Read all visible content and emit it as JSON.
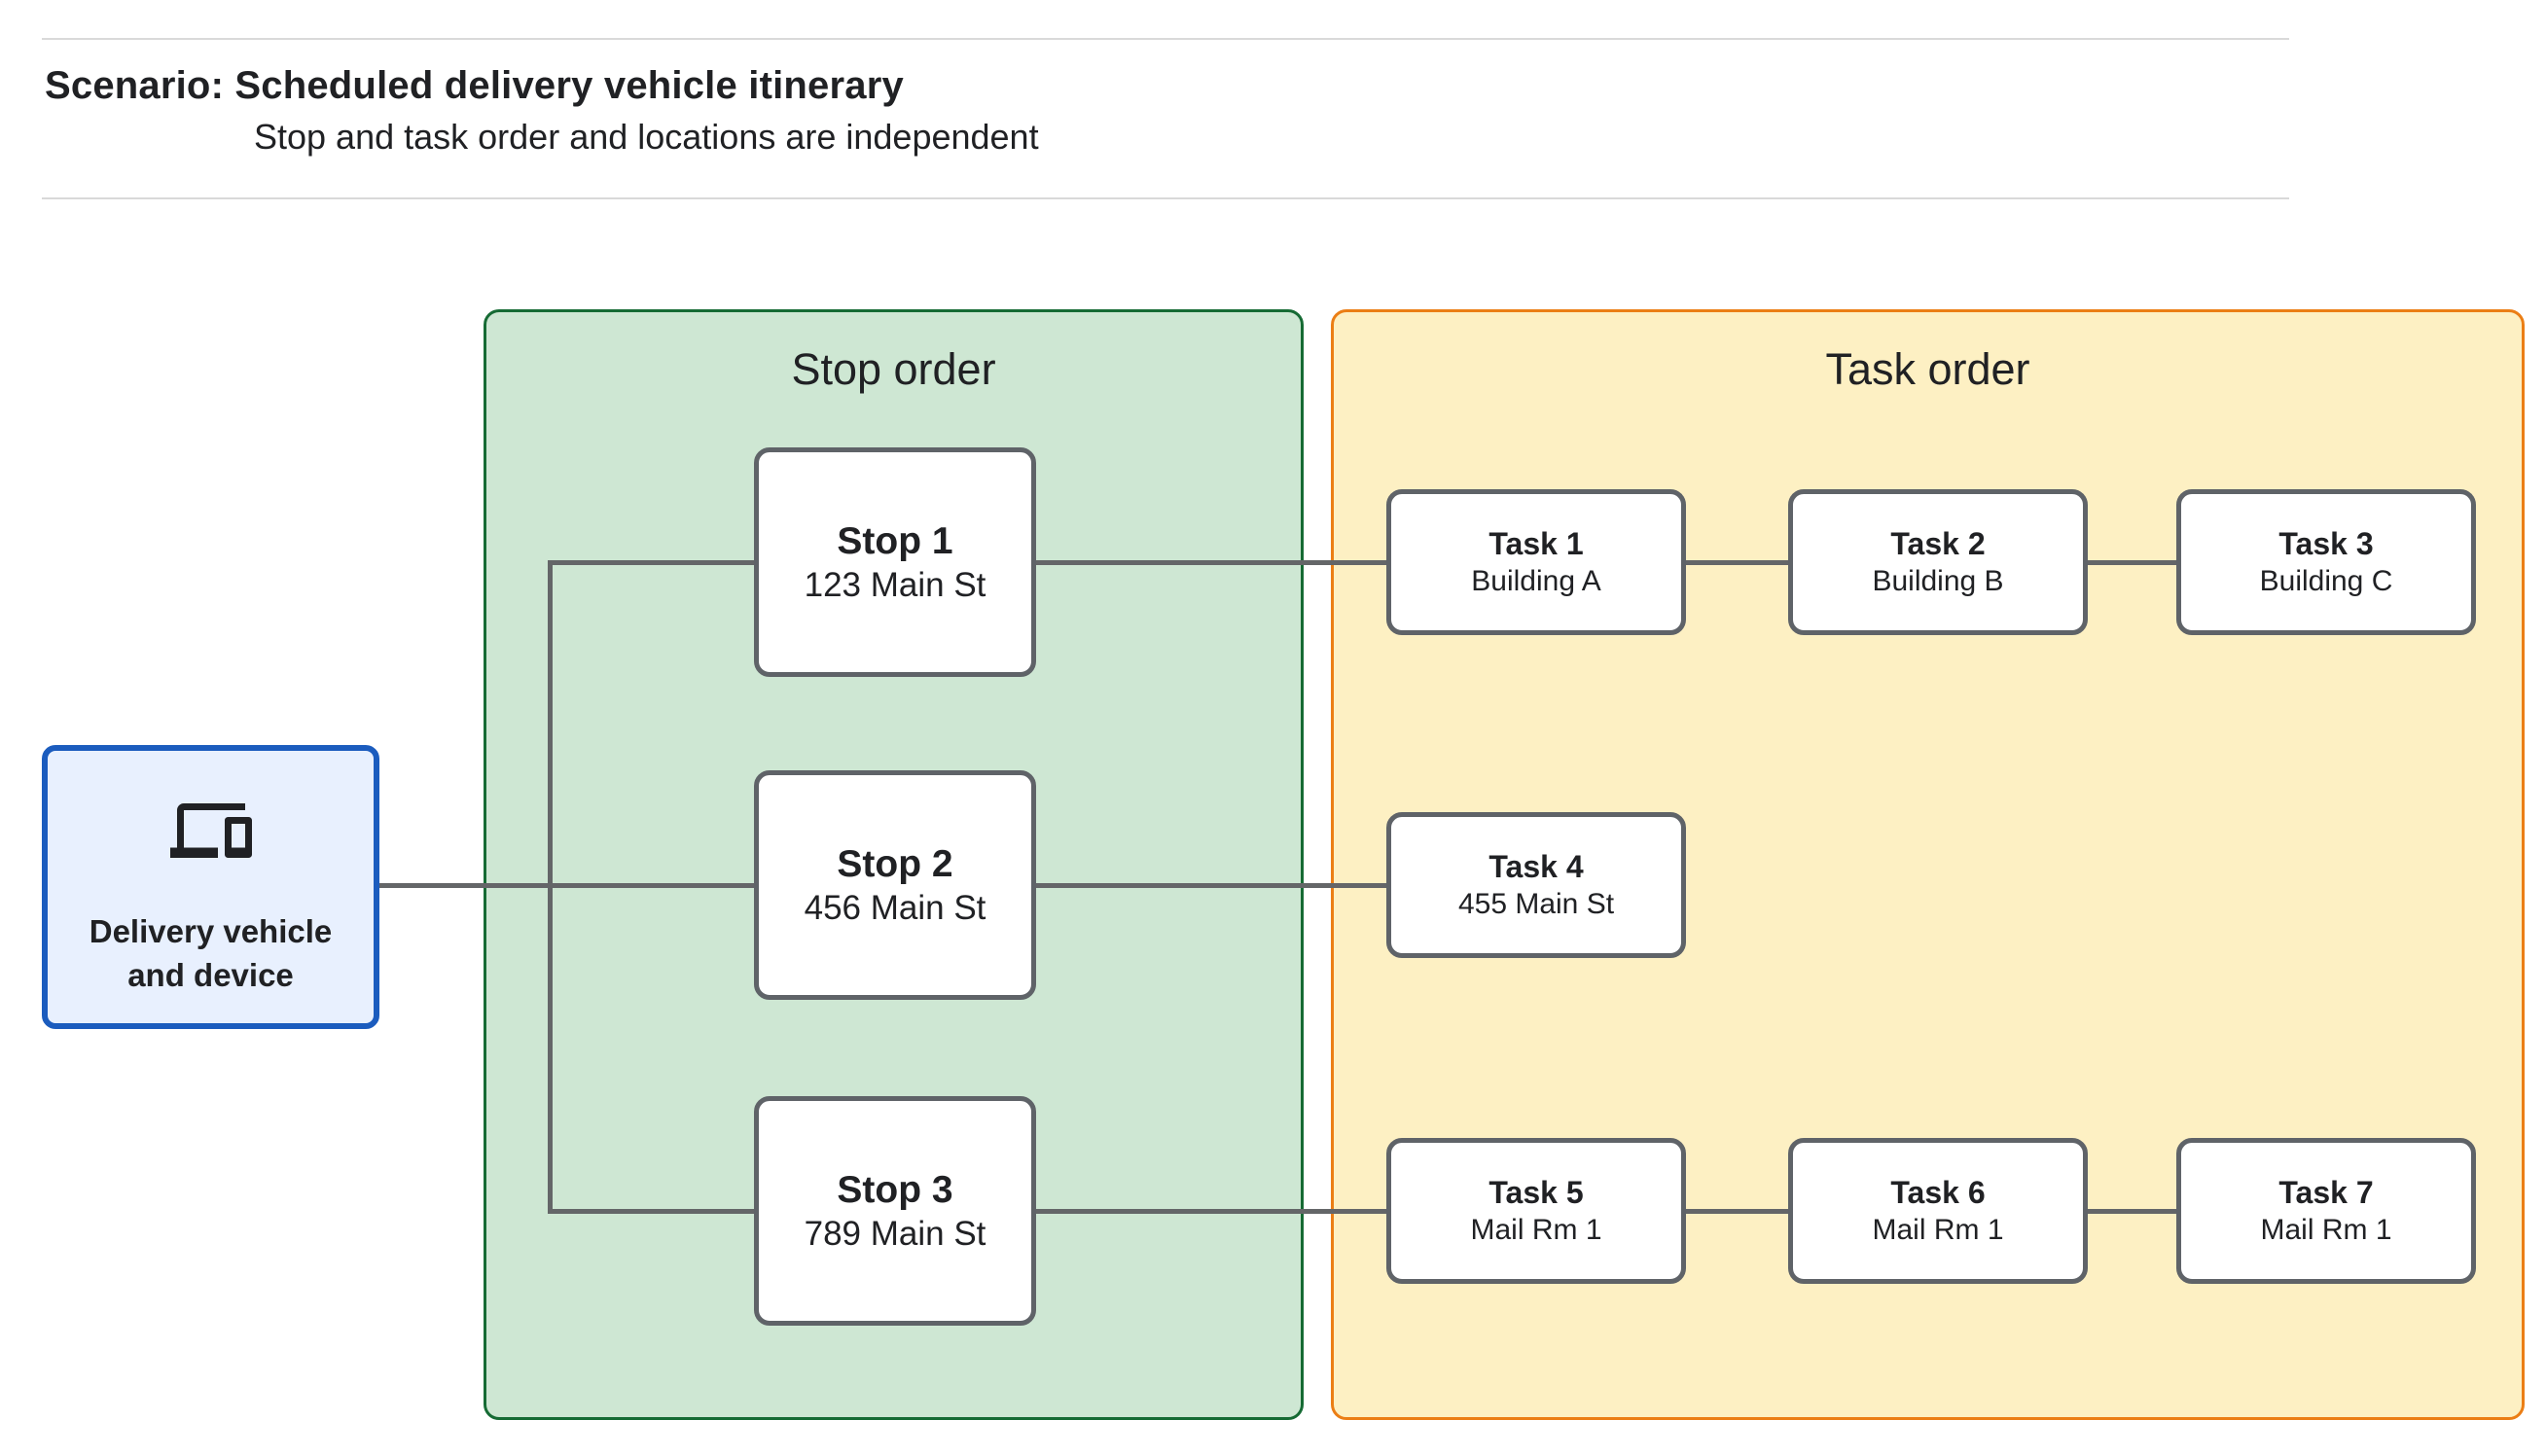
{
  "header": {
    "title": "Scenario: Scheduled delivery vehicle itinerary",
    "subtitle": "Stop and task order and locations are independent"
  },
  "source_node": {
    "label": "Delivery vehicle and device",
    "icon": "devices-icon"
  },
  "panels": {
    "stop_order": {
      "title": "Stop order"
    },
    "task_order": {
      "title": "Task order"
    }
  },
  "stops": [
    {
      "name": "Stop 1",
      "location": "123 Main St"
    },
    {
      "name": "Stop 2",
      "location": "456 Main St"
    },
    {
      "name": "Stop 3",
      "location": "789 Main St"
    }
  ],
  "tasks": [
    {
      "name": "Task 1",
      "location": "Building A"
    },
    {
      "name": "Task 2",
      "location": "Building B"
    },
    {
      "name": "Task 3",
      "location": "Building C"
    },
    {
      "name": "Task 4",
      "location": "455 Main St"
    },
    {
      "name": "Task 5",
      "location": "Mail Rm 1"
    },
    {
      "name": "Task 6",
      "location": "Mail Rm 1"
    },
    {
      "name": "Task 7",
      "location": "Mail Rm 1"
    }
  ],
  "colors": {
    "text": "#202124",
    "divider": "#D9D9D9",
    "stop_panel_fill": "#CEE7D3",
    "stop_panel_border": "#166B34",
    "task_panel_fill": "#FDF0C3",
    "task_panel_border": "#EB7E15",
    "node_border": "#5F6368",
    "connector": "#646668",
    "source_fill": "#E8F0FE",
    "source_border": "#1B5CBE"
  }
}
